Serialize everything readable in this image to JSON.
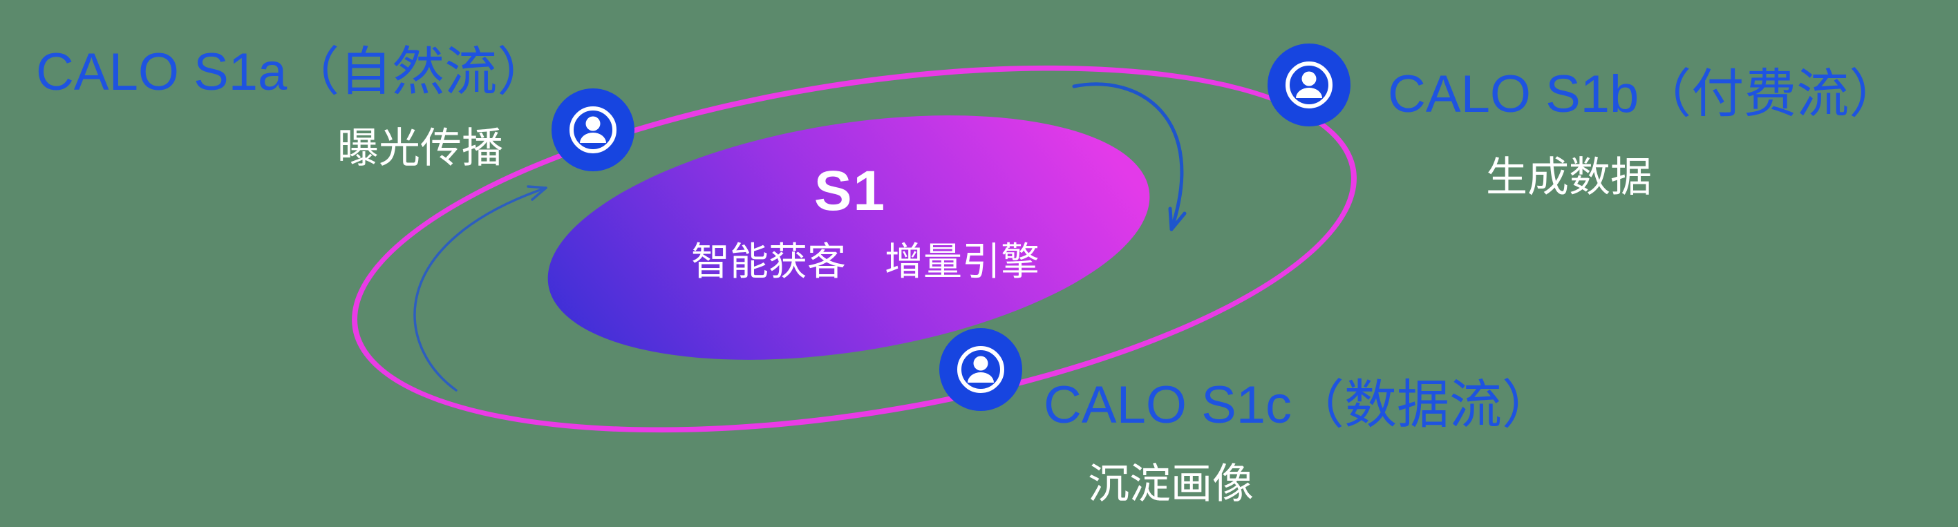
{
  "diagram": {
    "center": {
      "title": "S1",
      "subtitle": "智能获客　增量引擎"
    },
    "nodes": [
      {
        "id": "s1a",
        "label": "CALO S1a（自然流）",
        "sublabel": "曝光传播"
      },
      {
        "id": "s1b",
        "label": "CALO S1b（付费流）",
        "sublabel": "生成数据"
      },
      {
        "id": "s1c",
        "label": "CALO S1c（数据流）",
        "sublabel": "沉淀画像"
      }
    ],
    "icons": {
      "node_icon": "user-circle-icon"
    },
    "colors": {
      "background": "#5c8a6c",
      "orbit_ring": "#ea3be6",
      "node_fill": "#1745e0",
      "label_text": "#1e53e0",
      "subtitle_text": "#ffffff",
      "center_gradient_start": "#3b2fd6",
      "center_gradient_end": "#e33ae9",
      "arrow": "#2156c8"
    }
  }
}
